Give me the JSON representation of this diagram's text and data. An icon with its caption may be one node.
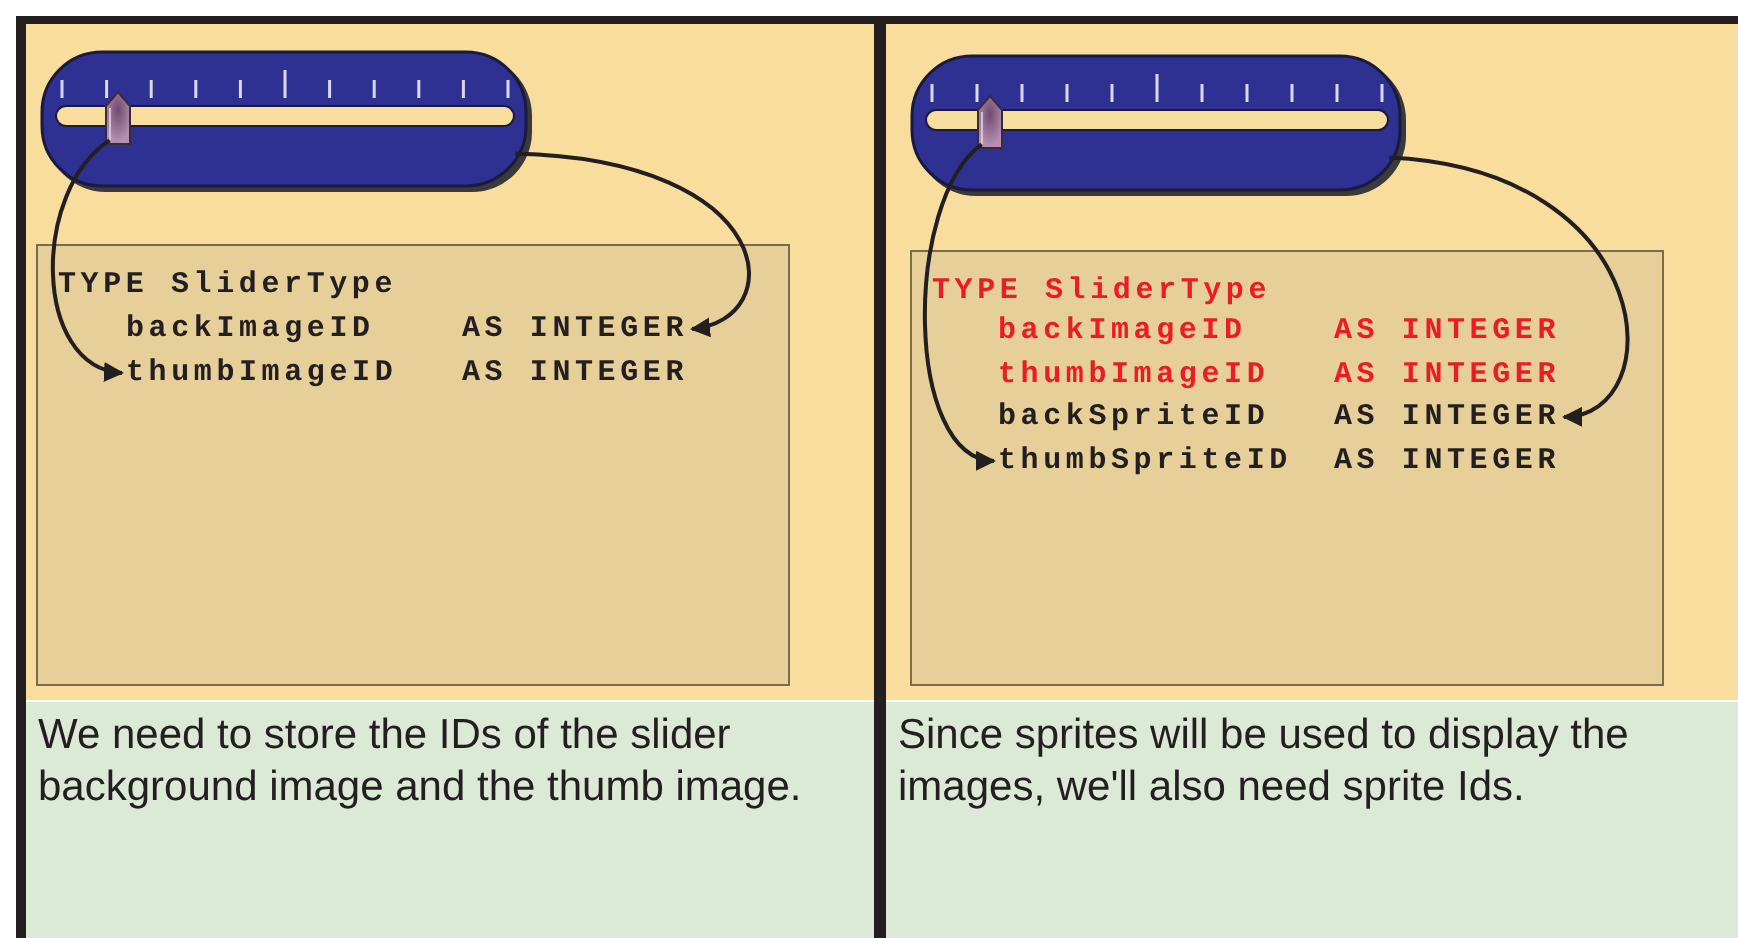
{
  "diagram": {
    "nodes": [
      {
        "text": [],
        "shape": "picture"
      },
      {
        "text": [],
        "shape": "picture",
        "in": 0
      },
      {
        "text": [
          "TYPE SliderType"
        ]
      },
      {
        "text": [
          "backImageID",
          "AS INTEGER"
        ],
        "in": 2
      },
      {
        "text": [
          "thumbImageID",
          "AS INTEGER"
        ],
        "in": 2
      },
      {
        "text": [
          "We need to store the IDs of the slider background image and the thumb image."
        ]
      },
      {
        "text": [],
        "shape": "picture"
      },
      {
        "text": [],
        "shape": "picture",
        "in": 6
      },
      {
        "text": [
          "TYPE SliderType"
        ]
      },
      {
        "text": [
          "backImageID",
          "AS INTEGER"
        ],
        "in": 8
      },
      {
        "text": [
          "thumbImageID",
          "AS INTEGER"
        ],
        "in": 8
      },
      {
        "text": [
          "backSpriteID",
          "AS INTEGER"
        ],
        "in": 8
      },
      {
        "text": [
          "thumbSpriteID",
          "AS INTEGER"
        ],
        "in": 8
      },
      {
        "text": [
          "Since sprites will be used to display the images, we'll also need sprite Ids."
        ]
      }
    ],
    "edges": [
      {
        "from": 0,
        "to": 3,
        "arrow": "to"
      },
      {
        "from": 1,
        "to": 4,
        "arrow": "to"
      },
      {
        "from": 6,
        "to": 11,
        "arrow": "to"
      },
      {
        "from": 7,
        "to": 12,
        "arrow": "to"
      }
    ]
  }
}
